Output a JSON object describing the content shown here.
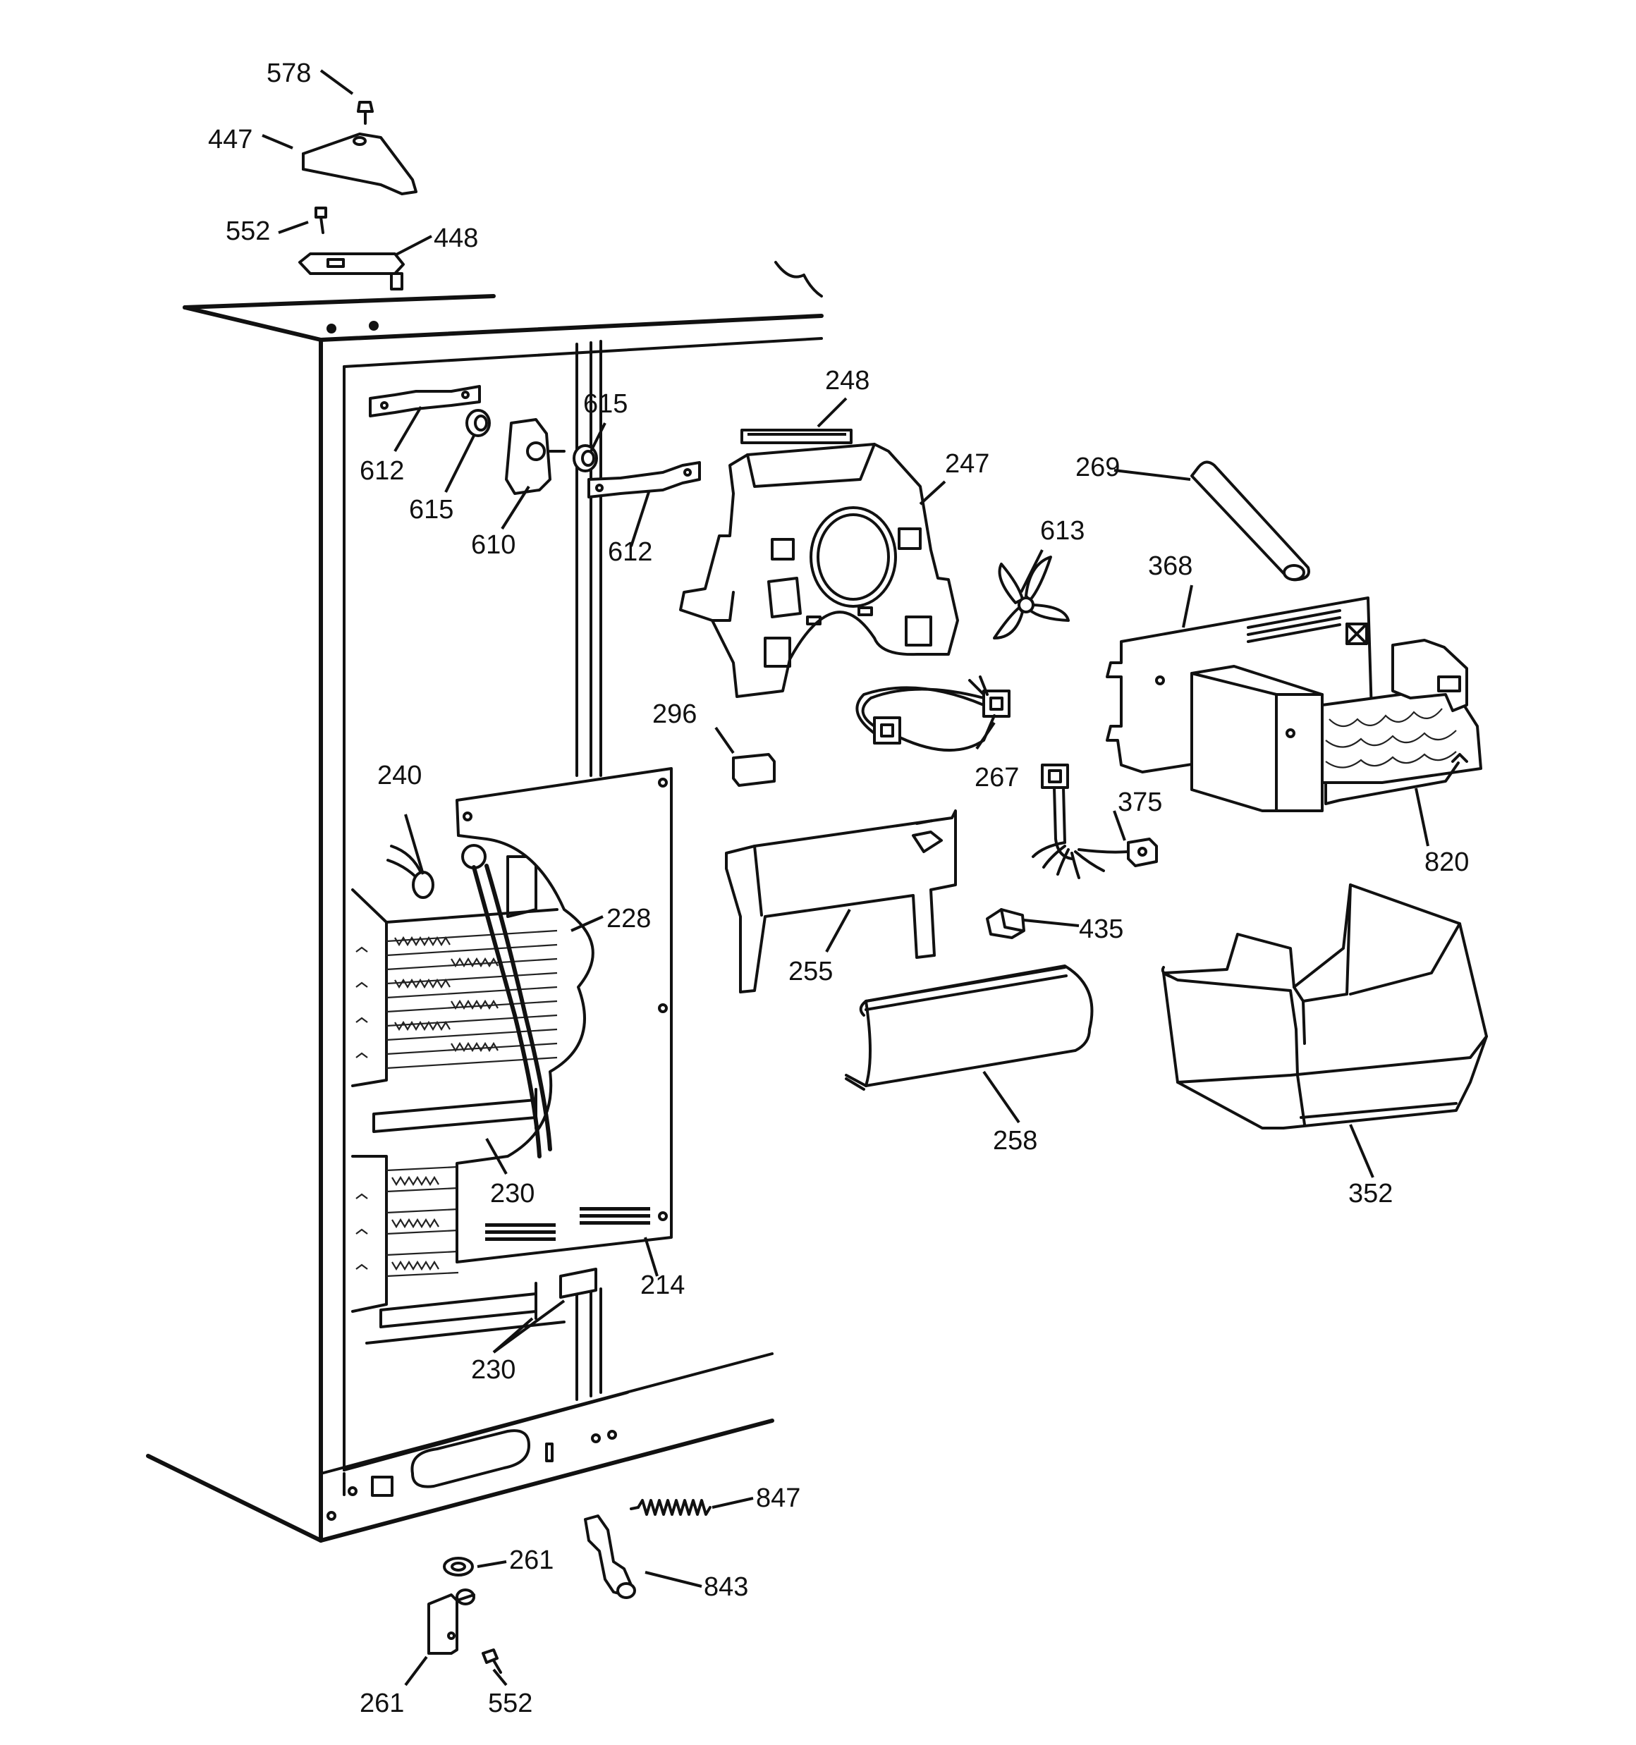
{
  "diagram": {
    "labels": {
      "l578": "578",
      "l447": "447",
      "l552a": "552",
      "l448": "448",
      "l612a": "612",
      "l615a": "615",
      "l615b": "615",
      "l610": "610",
      "l612b": "612",
      "l248": "248",
      "l247": "247",
      "l269": "269",
      "l613": "613",
      "l368": "368",
      "l296": "296",
      "l267": "267",
      "l240": "240",
      "l375": "375",
      "l820": "820",
      "l228": "228",
      "l255": "255",
      "l435": "435",
      "l258": "258",
      "l352": "352",
      "l230a": "230",
      "l214": "214",
      "l230b": "230",
      "l847": "847",
      "l261a": "261",
      "l843": "843",
      "l261b": "261",
      "l552b": "552"
    }
  }
}
